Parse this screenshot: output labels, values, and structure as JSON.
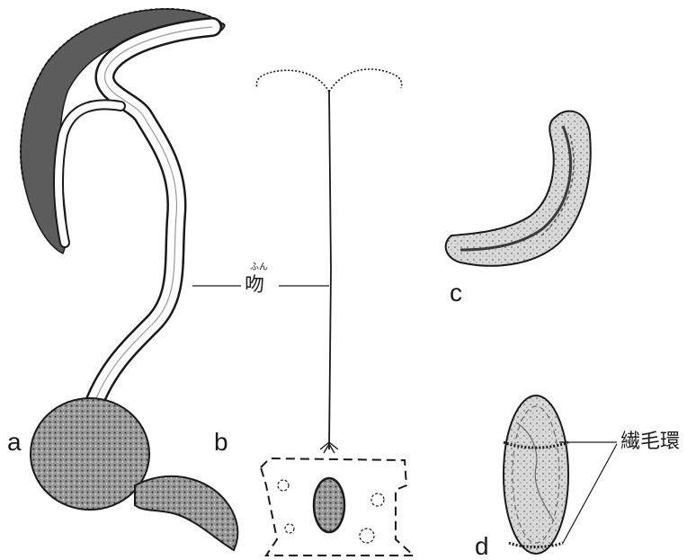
{
  "labels": {
    "a": "a",
    "b": "b",
    "c": "c",
    "d": "d",
    "proboscis": "吻",
    "proboscis_reading": "ふん",
    "ciliary_ring": "繊毛環"
  },
  "colors": {
    "ink": "#1a1a1a",
    "shade": "#4a4a4a",
    "midtone": "#8a8a8a",
    "paper": "#ffffff"
  }
}
